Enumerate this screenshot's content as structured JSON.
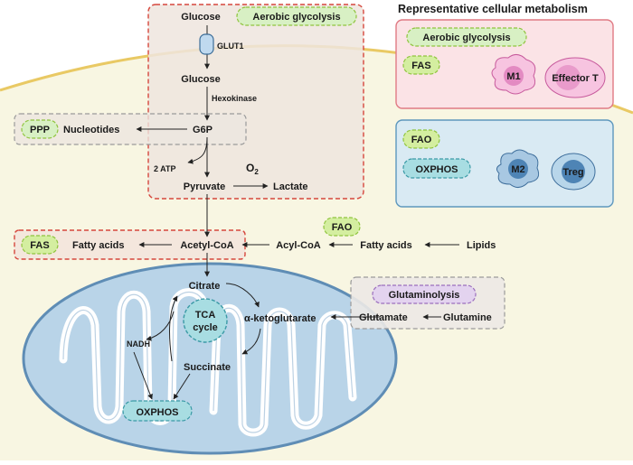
{
  "title": "Representative cellular metabolism",
  "glycolysis": {
    "glucose_out": "Glucose",
    "transporter": "GLUT1",
    "glucose_in": "Glucose",
    "enzyme": "Hexokinase",
    "g6p": "G6P",
    "atp": "2 ATP",
    "oxygen_main": "O",
    "oxygen_sub": "2",
    "pyruvate": "Pyruvate",
    "lactate": "Lactate",
    "pathway_tag": "Aerobic glycolysis"
  },
  "ppp": {
    "tag": "PPP",
    "product": "Nucleotides"
  },
  "fas": {
    "tag": "FAS",
    "fatty_acids": "Fatty acids",
    "acetyl_coa": "Acetyl-CoA"
  },
  "fao": {
    "tag": "FAO",
    "acyl_coa": "Acyl-CoA",
    "fatty_acids": "Fatty acids",
    "lipids": "Lipids"
  },
  "mito": {
    "citrate": "Citrate",
    "tca_line1": "TCA",
    "tca_line2": "cycle",
    "akg": "α-ketoglutarate",
    "succinate": "Succinate",
    "nadh": "NADH",
    "oxphos": "OXPHOS"
  },
  "glutaminolysis": {
    "tag": "Glutaminolysis",
    "glutamate": "Glutamate",
    "glutamine": "Glutamine"
  },
  "legend": {
    "pro": {
      "tags": [
        "Aerobic glycolysis",
        "FAS"
      ],
      "cells": [
        "M1",
        "Effector T"
      ]
    },
    "anti": {
      "tags": [
        "FAO",
        "OXPHOS"
      ],
      "cells": [
        "M2",
        "Treg"
      ]
    }
  },
  "colors": {
    "pill_green": "#d4eea0",
    "pill_green_light": "#d8f0c4",
    "pill_green_border": "#8fc43e",
    "pill_blue": "#a8dde2",
    "pill_blue_border": "#3b9aa6",
    "pill_purple": "#e3d3ef",
    "pill_purple_border": "#9b6fbd",
    "cytoplasm": "#f8f6e2",
    "membrane": "#e9c964",
    "glycolysis_box": "#efe5de",
    "red_dash": "#d6473d",
    "mitochondria": "#b9d4e8",
    "mito_border": "#5f8db5",
    "pro_panel": "#fbe3e6",
    "pro_border": "#e07a84",
    "anti_panel": "#d9eaf3",
    "anti_border": "#5d97bd",
    "m1_cell": "#f7c4e0",
    "m1_nucleus": "#e38ac2",
    "m2_cell": "#a8c8e2",
    "m2_nucleus": "#4e84b5"
  }
}
